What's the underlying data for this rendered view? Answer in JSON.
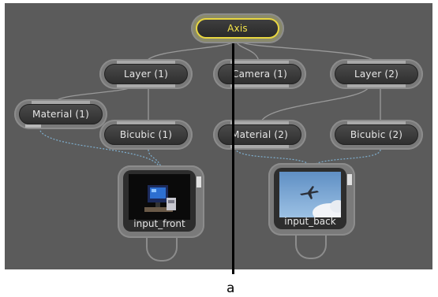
{
  "nodes": {
    "axis": "Axis",
    "layer1": "Layer (1)",
    "camera1": "Camera (1)",
    "layer2": "Layer (2)",
    "material1": "Material (1)",
    "bicubic1": "Bicubic (1)",
    "material2": "Material (2)",
    "bicubic2": "Bicubic (2)",
    "input_front": "input_front",
    "input_back": "input_back"
  },
  "callout": {
    "label": "a"
  },
  "colors": {
    "canvas": "#5b5b5b",
    "selected_outline": "#e8d640",
    "link_solid": "#9a9a9a",
    "link_dotted": "#7fb0d0"
  }
}
